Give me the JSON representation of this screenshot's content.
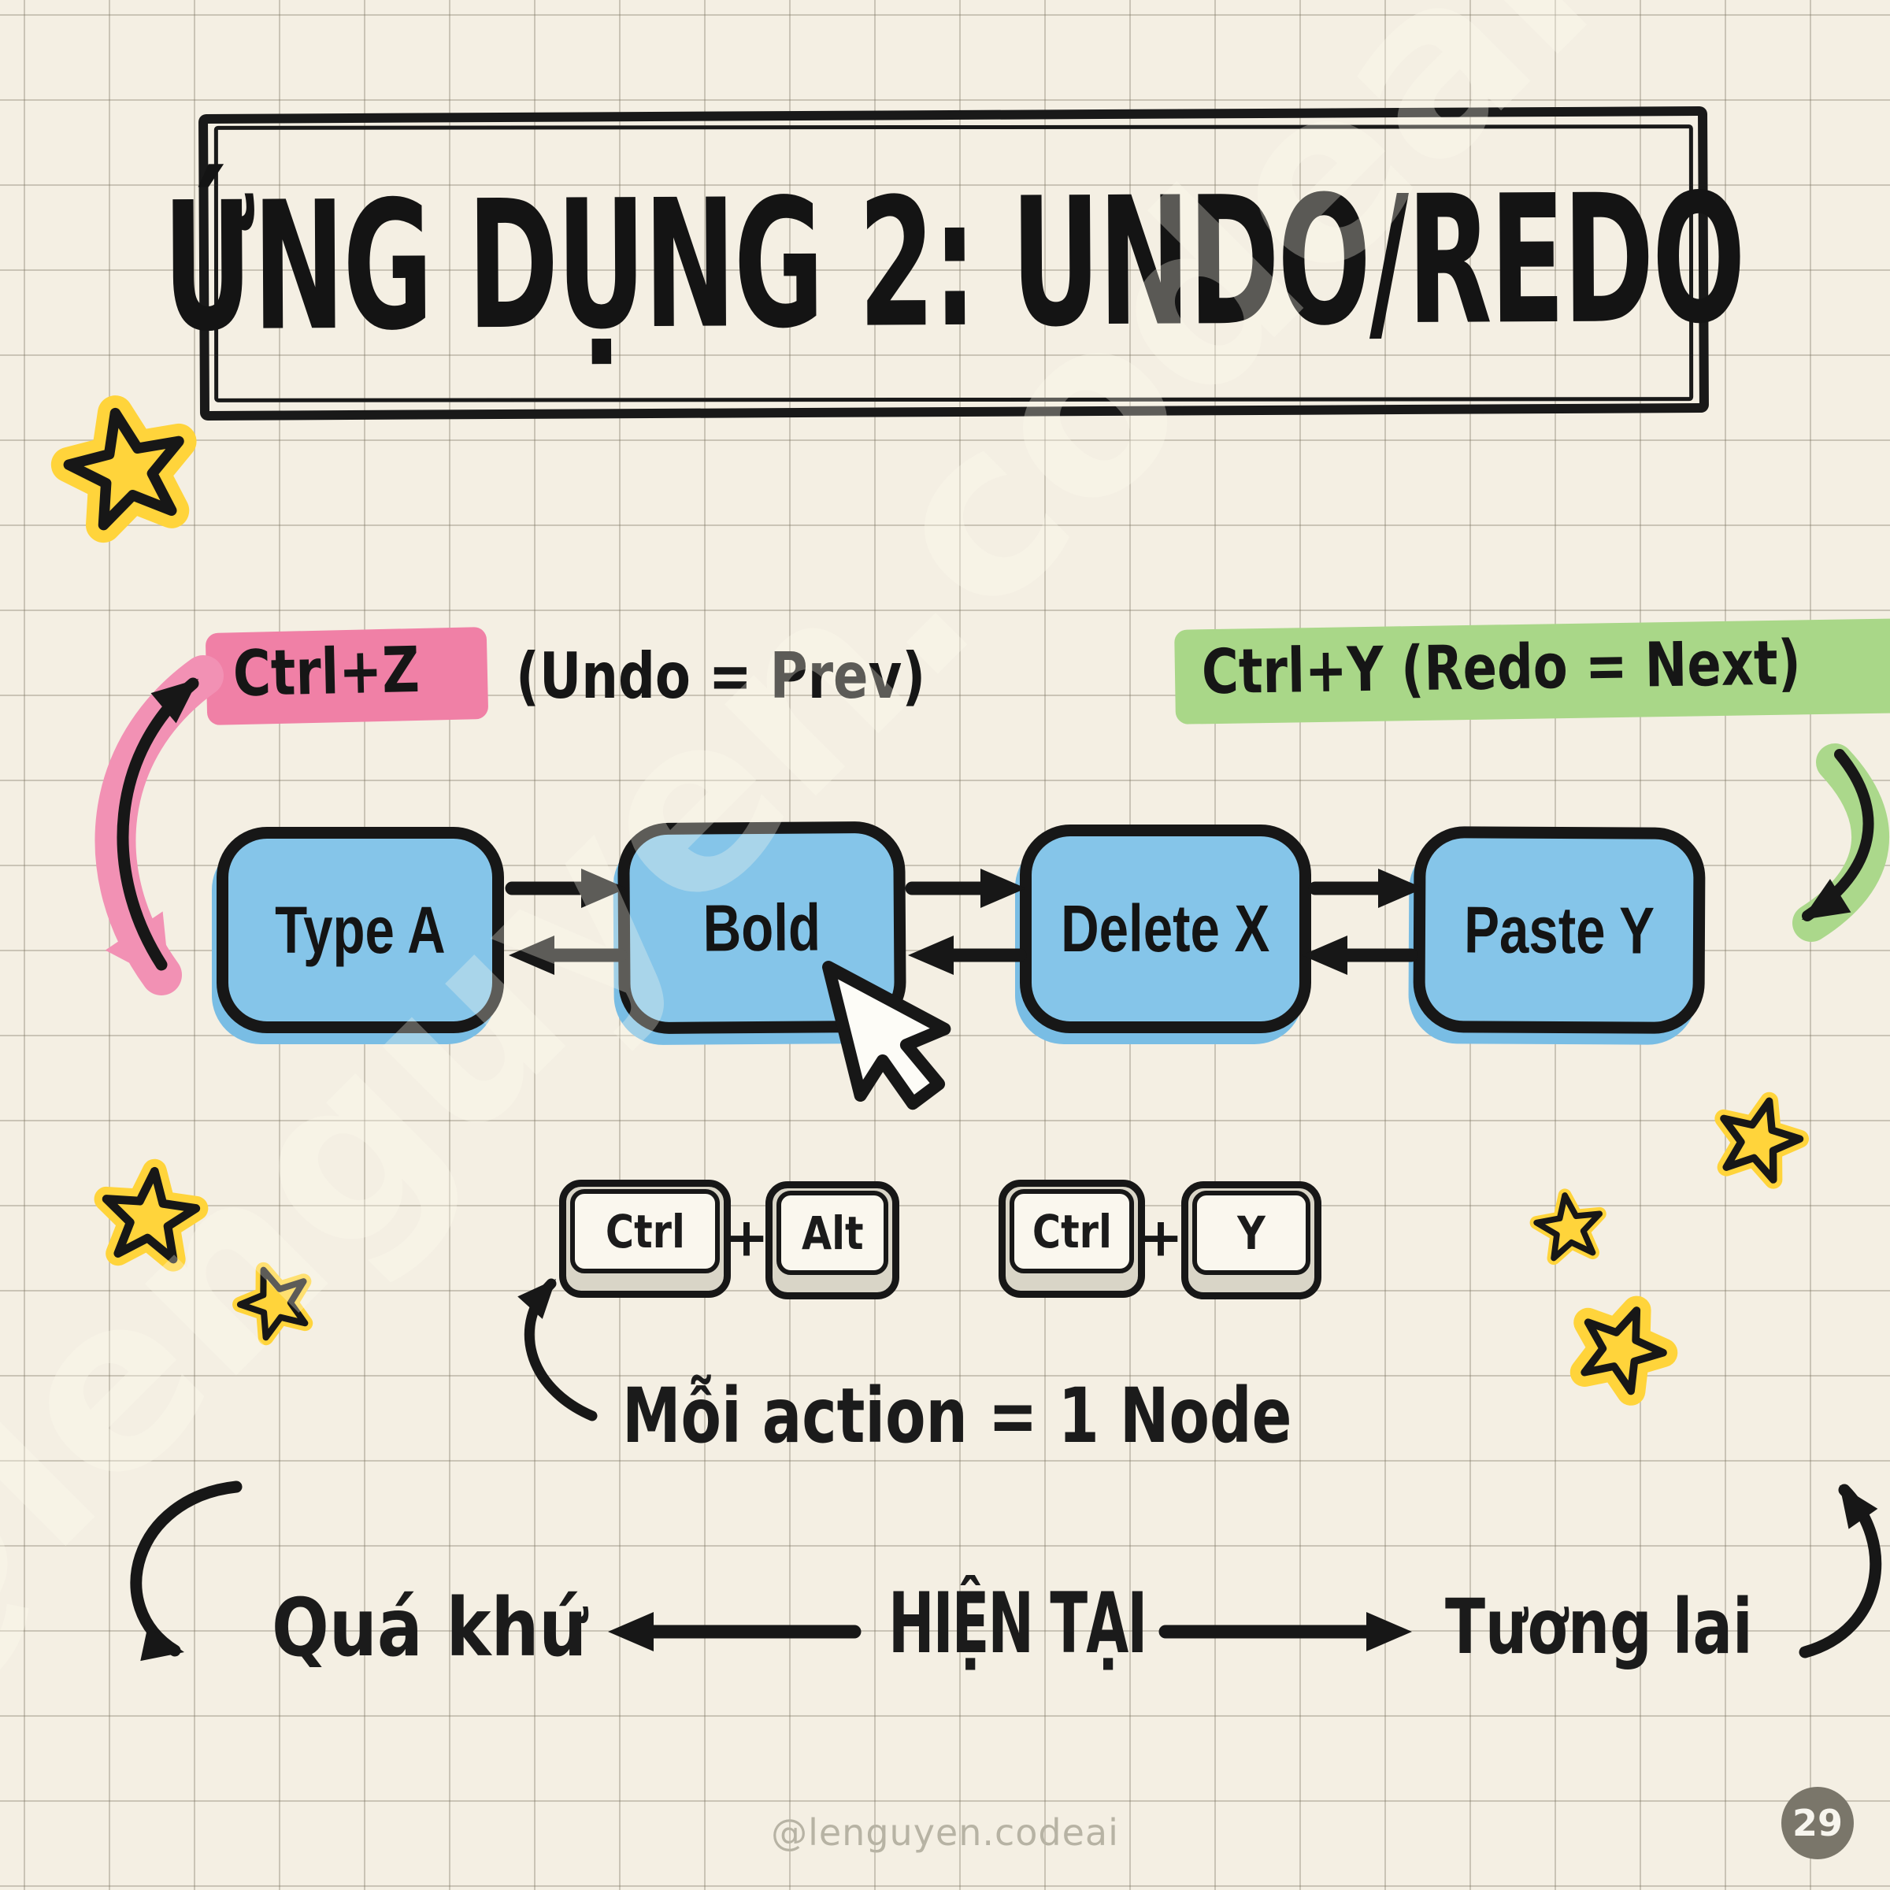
{
  "title": "ỨNG DỤNG 2: UNDO/REDO",
  "shortcuts": {
    "undo": {
      "key": "Ctrl+Z",
      "rest": "(Undo = Prev)"
    },
    "redo": {
      "text": "Ctrl+Y (Redo = Next)"
    }
  },
  "nodes": [
    "Type A",
    "Bold",
    "Delete X",
    "Paste Y"
  ],
  "keyboard": {
    "plus": "+",
    "combo1": [
      "Ctrl",
      "Alt"
    ],
    "combo2": [
      "Ctrl",
      "Y"
    ]
  },
  "note": "Mỗi action = 1 Node",
  "timeline": {
    "past": "Quá khứ",
    "present": "HIỆN TẠI",
    "future": "Tương lai"
  },
  "watermark_diagonal": "@lenguyen.codeai",
  "watermark_footer": "@lenguyen.codeai",
  "page_number": "29",
  "icons": {
    "cursor": "mouse-cursor-icon",
    "stars": "star-icon"
  },
  "colors": {
    "background": "#f4efe3",
    "grid_line": "#7a7362",
    "ink": "#171717",
    "node_blue": "#85c5e9",
    "node_shadow_blue": "#79bde4",
    "highlight_pink": "#f080a6",
    "highlight_green": "#a9d788",
    "star_yellow": "#ffd43b",
    "page_badge": "#7a766a"
  }
}
